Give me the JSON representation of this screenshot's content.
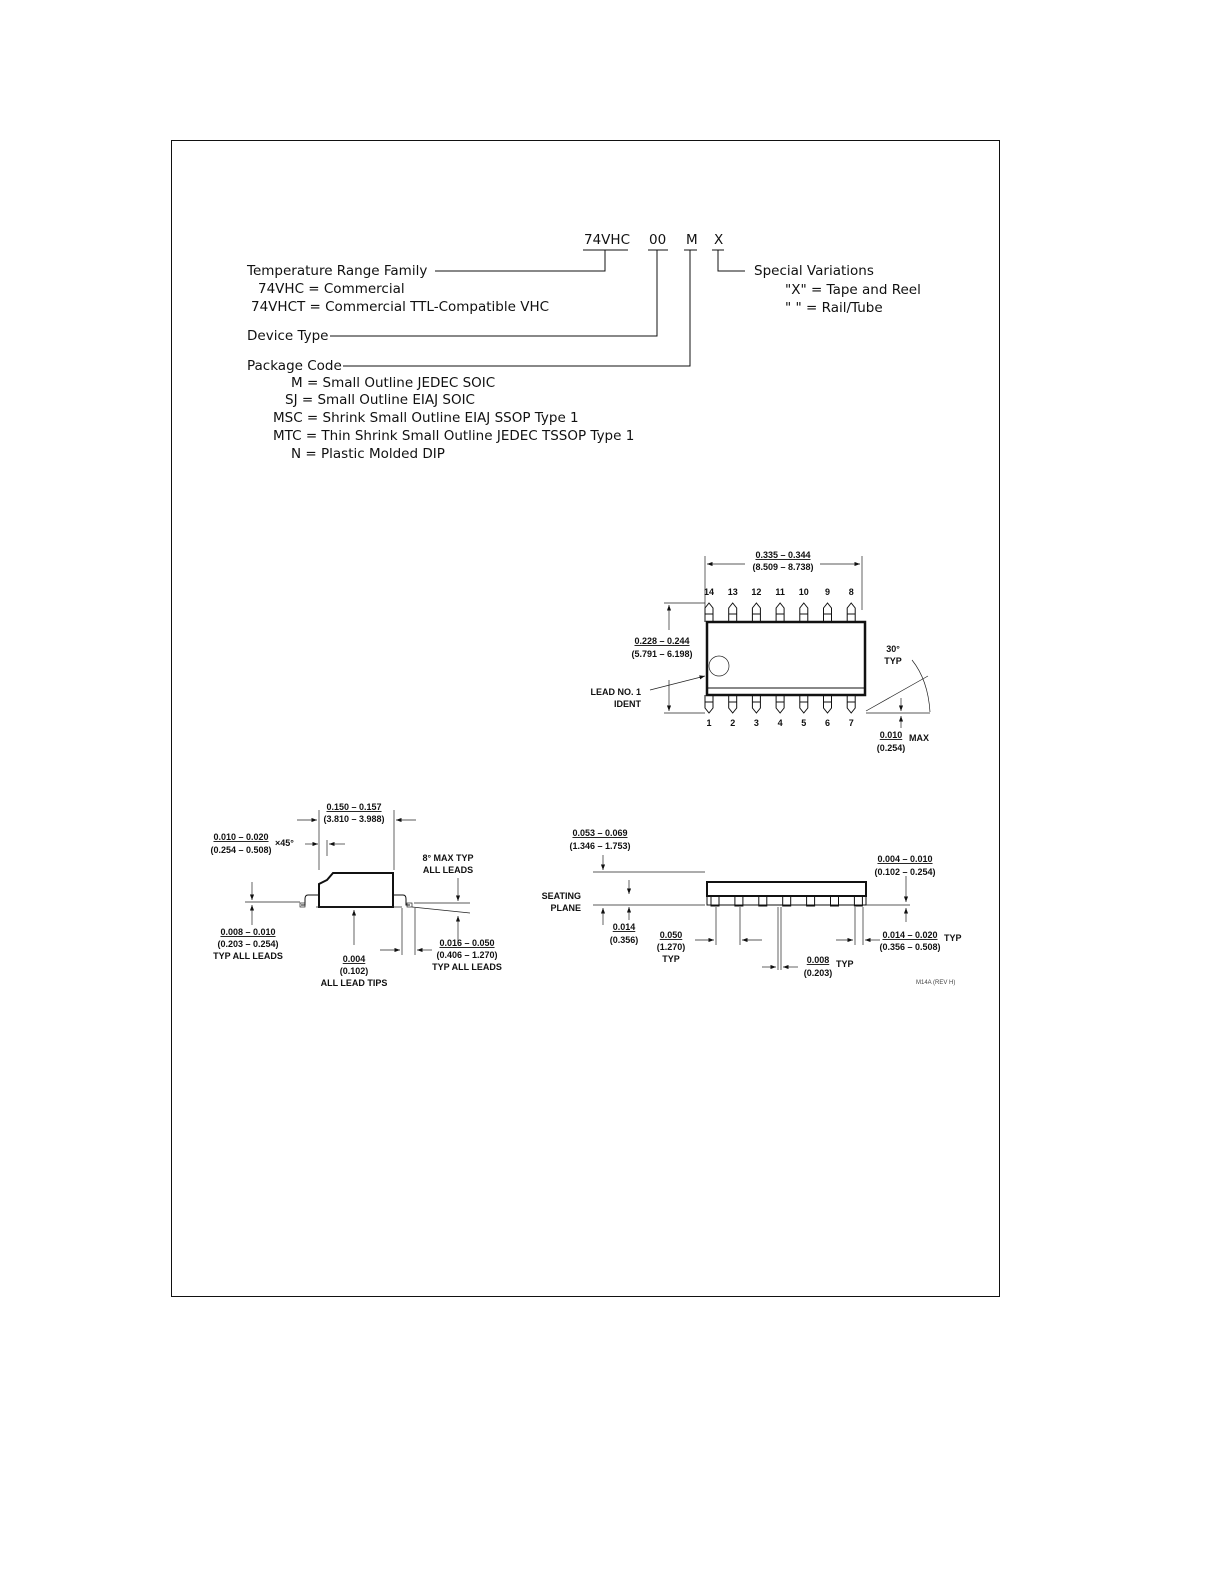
{
  "ordering": {
    "code_parts": [
      "74VHC",
      "00",
      "M",
      "X"
    ],
    "temperature": {
      "title": "Temperature Range Family",
      "items": [
        "74VHC = Commercial",
        "74VHCT = Commercial TTL-Compatible VHC"
      ]
    },
    "device_type": "Device Type",
    "package": {
      "title": "Package Code",
      "items": [
        "M = Small Outline JEDEC SOIC",
        "SJ = Small Outline EIAJ SOIC",
        "MSC = Shrink Small Outline EIAJ SSOP Type 1",
        "MTC = Thin Shrink Small Outline JEDEC TSSOP Type 1",
        "N = Plastic Molded DIP"
      ]
    },
    "special": {
      "title": "Special Variations",
      "items": [
        "\"X\" = Tape and Reel",
        "\" \" = Rail/Tube"
      ]
    }
  },
  "top_view": {
    "width_in": "0.335 – 0.344",
    "width_mm": "(8.509 – 8.738)",
    "height_in": "0.228 – 0.244",
    "height_mm": "(5.791 – 6.198)",
    "top_pins": [
      "14",
      "13",
      "12",
      "11",
      "10",
      "9",
      "8"
    ],
    "bottom_pins": [
      "1",
      "2",
      "3",
      "4",
      "5",
      "6",
      "7"
    ],
    "lead_ident": [
      "LEAD NO. 1",
      "IDENT"
    ],
    "angle": [
      "30°",
      "TYP"
    ],
    "standoff_in": "0.010",
    "standoff_mm": "(0.254)",
    "standoff_suffix": "MAX"
  },
  "end_view": {
    "body_in": "0.150 – 0.157",
    "body_mm": "(3.810 – 3.988)",
    "chamfer_in": "0.010 – 0.020",
    "chamfer_mm": "(0.254 – 0.508)",
    "chamfer_suffix": "×45°",
    "angle": [
      "8° MAX TYP",
      "ALL LEADS"
    ],
    "lead_thk_in": "0.008 – 0.010",
    "lead_thk_mm": "(0.203 – 0.254)",
    "lead_thk_note": "TYP ALL LEADS",
    "coplanar_in": "0.004",
    "coplanar_mm": "(0.102)",
    "coplanar_note": "ALL LEAD TIPS",
    "foot_in": "0.016 – 0.050",
    "foot_mm": "(0.406 – 1.270)",
    "foot_note": "TYP ALL LEADS"
  },
  "side_view": {
    "height_in": "0.053 – 0.069",
    "height_mm": "(1.346 – 1.753)",
    "seating": [
      "SEATING",
      "PLANE"
    ],
    "lead_in": "0.014",
    "lead_mm": "(0.356)",
    "pitch_in": "0.050",
    "pitch_mm": "(1.270)",
    "pitch_note": "TYP",
    "standoff_in": "0.004 – 0.010",
    "standoff_mm": "(0.102 – 0.254)",
    "lead_w_in": "0.014 – 0.020",
    "lead_w_mm": "(0.356 – 0.508)",
    "lead_w_note": "TYP",
    "radius_in": "0.008",
    "radius_mm": "(0.203)",
    "radius_note": "TYP",
    "drawing_id": "M14A (REV H)"
  }
}
